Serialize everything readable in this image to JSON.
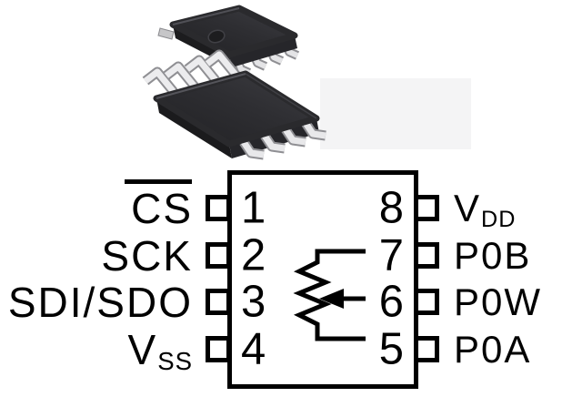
{
  "figure": {
    "description": "8-pin IC pinout diagram with package photo",
    "pins": {
      "left": [
        {
          "num": "1",
          "label": "CS",
          "overline": true
        },
        {
          "num": "2",
          "label": "SCK"
        },
        {
          "num": "3",
          "label": "SDI/SDO"
        },
        {
          "num": "4",
          "label": "V",
          "sub": "SS"
        }
      ],
      "right": [
        {
          "num": "8",
          "label": "V",
          "sub": "DD"
        },
        {
          "num": "7",
          "label": "P0B"
        },
        {
          "num": "6",
          "label": "P0W"
        },
        {
          "num": "5",
          "label": "P0A"
        }
      ]
    },
    "symbol": "potentiometer",
    "colors": {
      "ink": "#000000",
      "background": "#ffffff",
      "chip_body": "#2c2c2f",
      "chip_leads": "#e4e4e6"
    }
  }
}
